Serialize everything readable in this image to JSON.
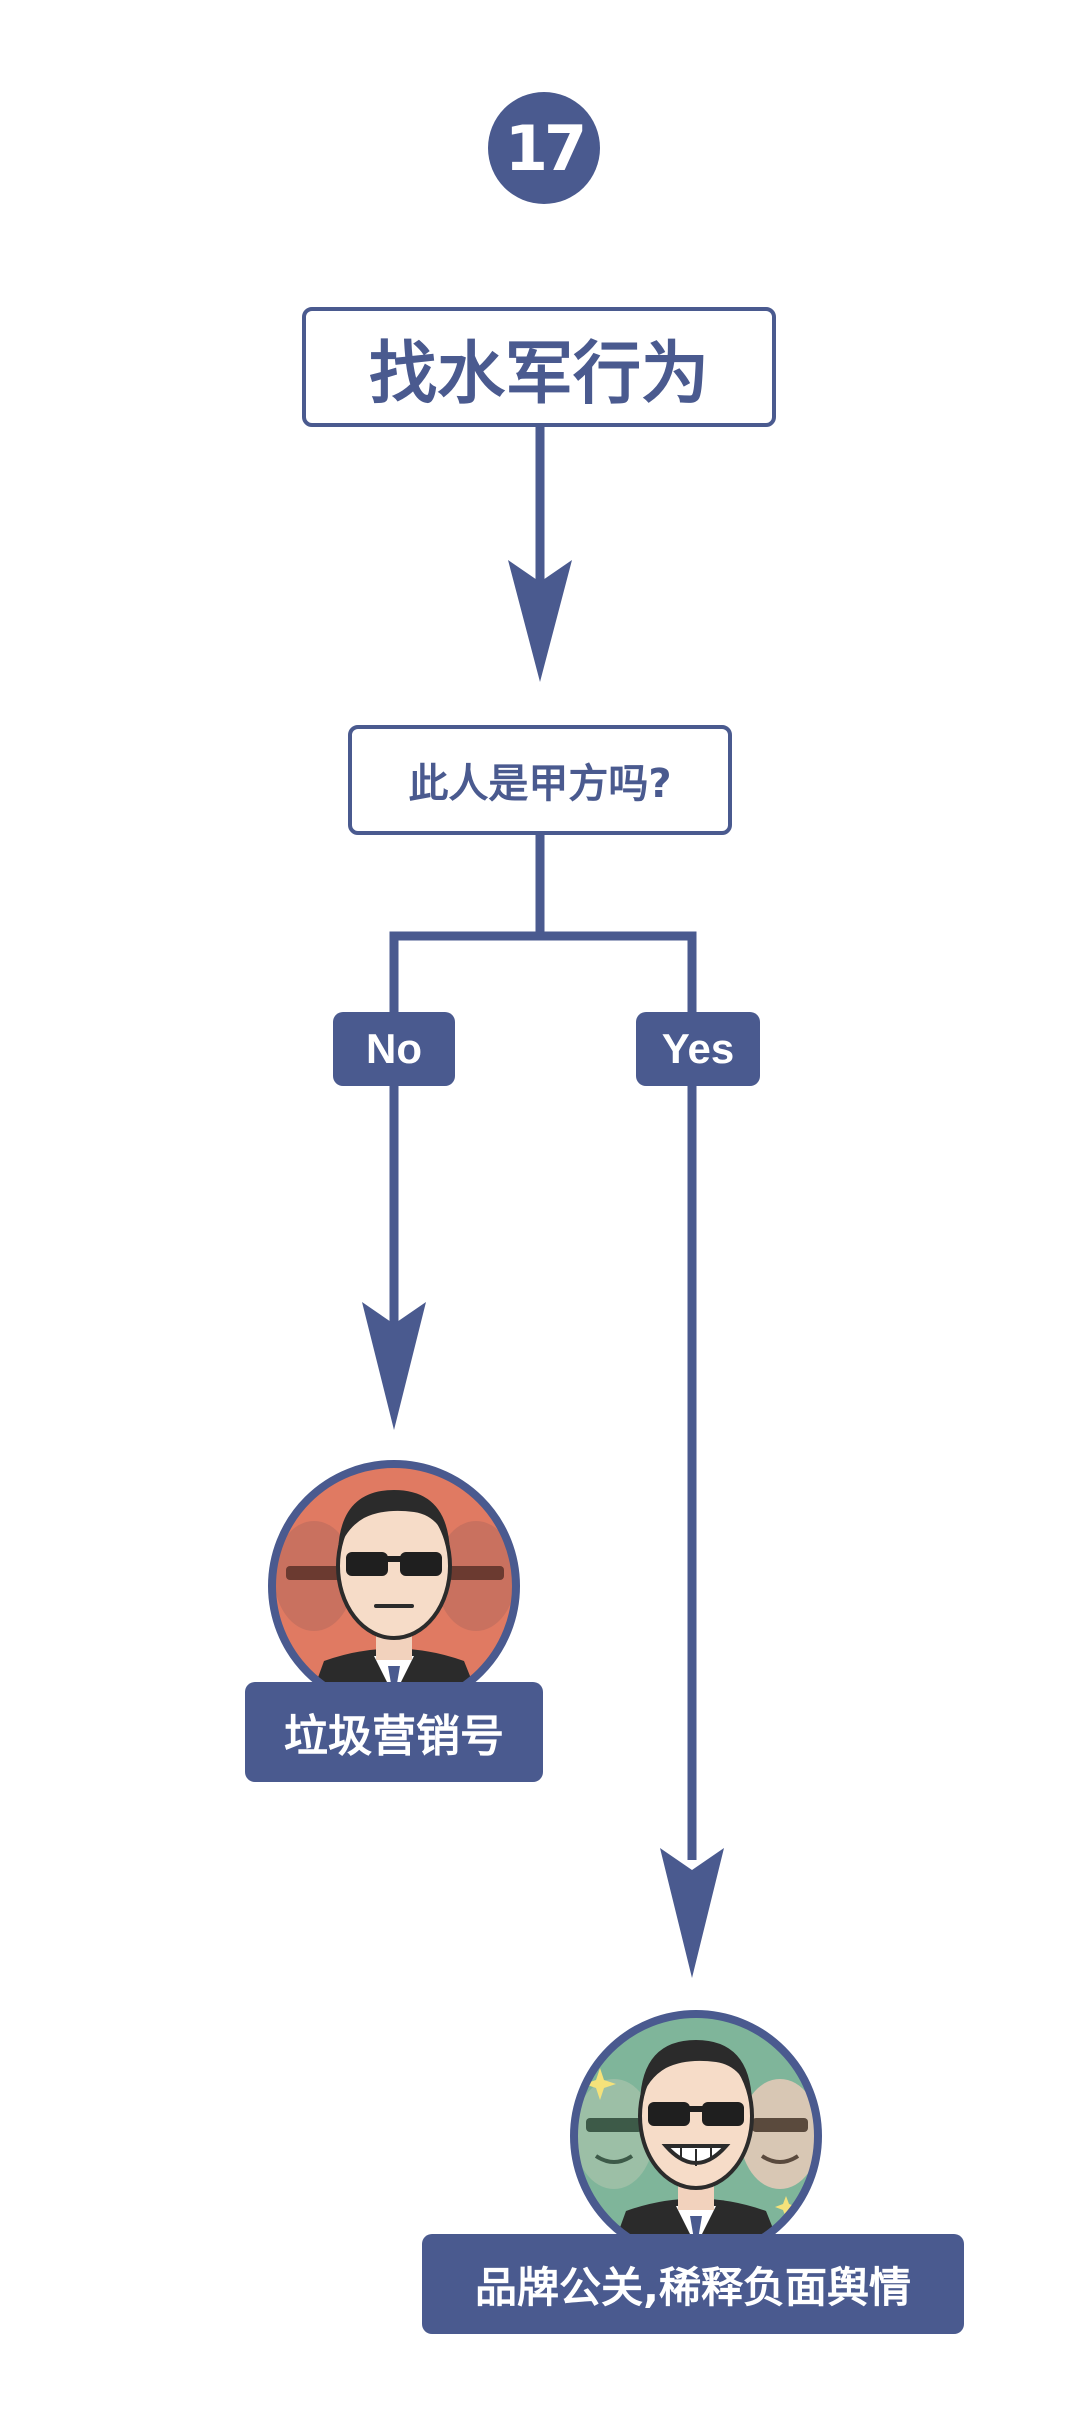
{
  "step_number": "17",
  "title": "找水军行为",
  "question": "此人是甲方吗?",
  "branches": {
    "no": {
      "label": "No",
      "result": "垃圾营销号",
      "avatar_icon": "sunglasses-agent-serious-icon",
      "avatar_bg": "#e07a62"
    },
    "yes": {
      "label": "Yes",
      "result": "品牌公关,稀释负面舆情",
      "avatar_icon": "sunglasses-agent-grinning-icon",
      "avatar_bg": "#7fb59a"
    }
  },
  "colors": {
    "accent": "#4a5a8f",
    "background": "#ffffff",
    "label_text": "#ffffff"
  }
}
